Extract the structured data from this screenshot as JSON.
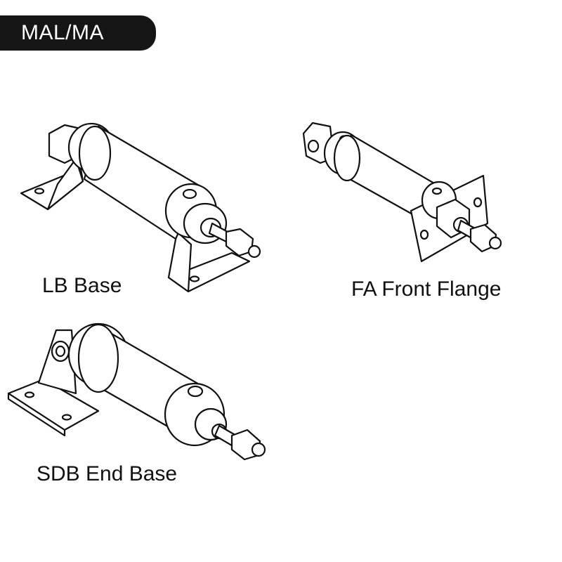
{
  "header": {
    "series_tag": "MAL/MA"
  },
  "variants": [
    {
      "id": "lb",
      "label": "LB Base"
    },
    {
      "id": "fa",
      "label": "FA Front Flange"
    },
    {
      "id": "sdb",
      "label": "SDB End Base"
    }
  ],
  "colors": {
    "tag_bg": "#151515",
    "tag_text": "#ffffff",
    "line": "#111111"
  }
}
